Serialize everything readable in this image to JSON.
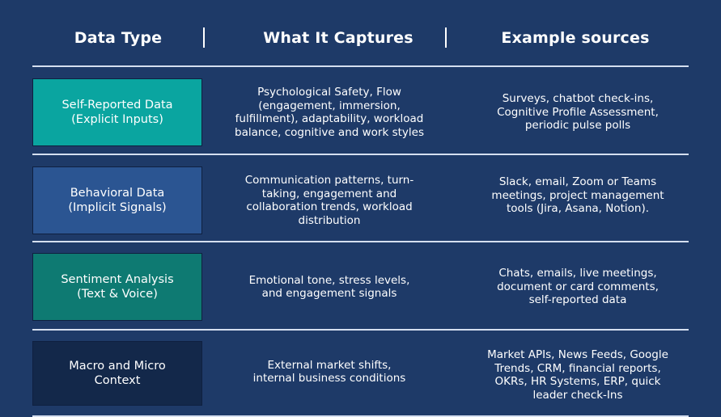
{
  "header": {
    "col1": "Data Type",
    "col2": "What It Captures",
    "col3": "Example sources"
  },
  "colors": {
    "background": "#1e3a68",
    "row1_box": "#0aa5a0",
    "row2_box": "#2b5592",
    "row3_box": "#0e7a72",
    "row4_box": "#13284a",
    "divider": "#d5dff0"
  },
  "rows": [
    {
      "type_lines": [
        "Self-Reported Data",
        "(Explicit Inputs)"
      ],
      "captures_lines": [
        "Psychological Safety, Flow",
        "(engagement, immersion,",
        "fulfillment), adaptability, workload",
        "balance, cognitive and work styles"
      ],
      "sources_lines": [
        "Surveys, chatbot check-ins,",
        "Cognitive Profile Assessment,",
        "periodic pulse polls"
      ]
    },
    {
      "type_lines": [
        "Behavioral Data",
        "(Implicit Signals)"
      ],
      "captures_lines": [
        "Communication patterns, turn-",
        "taking, engagement and",
        "collaboration trends, workload",
        "distribution"
      ],
      "sources_lines": [
        "Slack, email, Zoom or Teams",
        "meetings, project management",
        "tools (Jira, Asana, Notion)."
      ]
    },
    {
      "type_lines": [
        "Sentiment Analysis",
        "(Text & Voice)"
      ],
      "captures_lines": [
        "Emotional tone, stress levels,",
        "and engagement signals"
      ],
      "sources_lines": [
        "Chats, emails, live meetings,",
        "document or card comments,",
        "self-reported data"
      ]
    },
    {
      "type_lines": [
        "Macro and Micro",
        "Context"
      ],
      "captures_lines": [
        "External market shifts,",
        "internal business conditions"
      ],
      "sources_lines": [
        "Market APIs, News Feeds, Google",
        "Trends, CRM, financial reports,",
        "OKRs, HR Systems, ERP, quick",
        "leader check-Ins"
      ]
    }
  ]
}
